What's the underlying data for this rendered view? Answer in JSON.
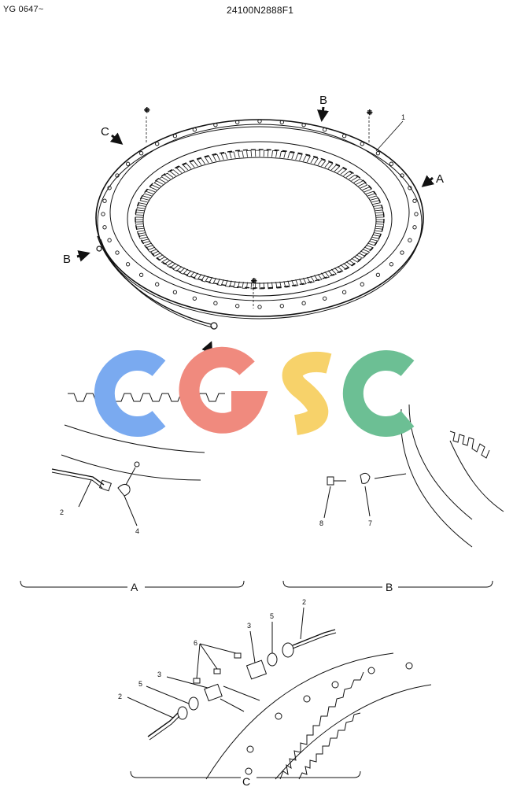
{
  "header": {
    "model_range": "YG 0647~",
    "part_number": "24100N2888F1"
  },
  "view_labels": {
    "a": "A",
    "b": "B",
    "c": "C"
  },
  "callouts": {
    "p1": "1",
    "p2": "2",
    "p3": "3",
    "p4": "4",
    "p5": "5",
    "p6": "6",
    "p7": "7",
    "p8": "8"
  },
  "section_labels": {
    "a": "A",
    "b": "B",
    "c": "C"
  },
  "watermark": {
    "text": "CGSC",
    "colors": [
      "#7aaaf0",
      "#f08a7e",
      "#f7d26a",
      "#6cbf94"
    ]
  }
}
